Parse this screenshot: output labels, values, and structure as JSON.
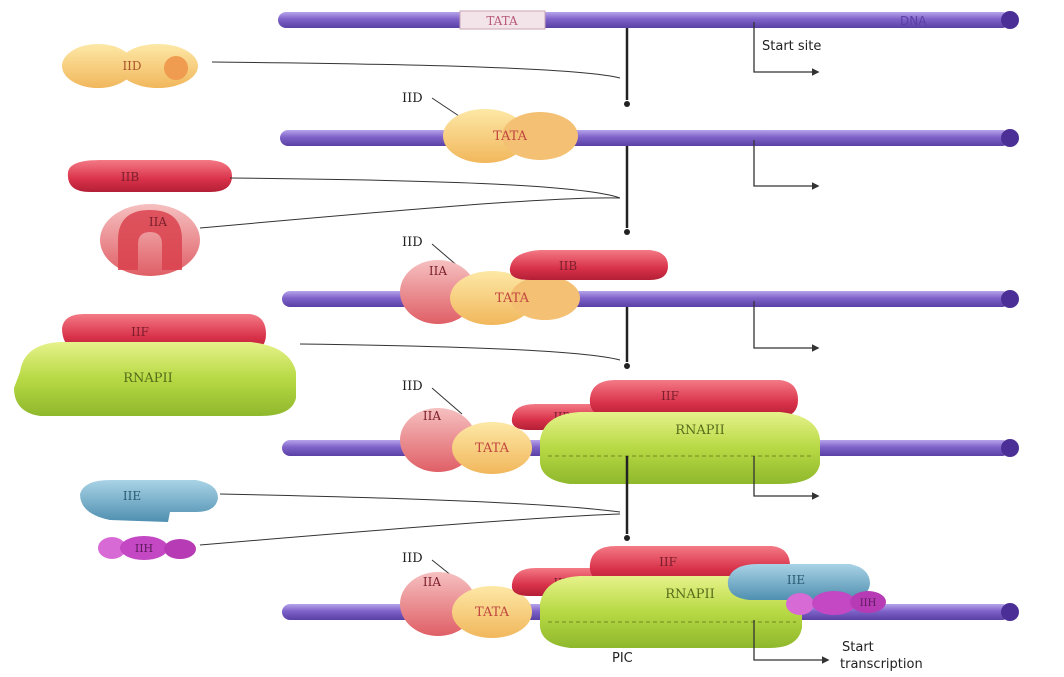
{
  "labels": {
    "tata": "TATA",
    "dna": "DNA",
    "start_site": "Start site",
    "iid": "IID",
    "iib": "IIB",
    "iia": "IIA",
    "iif": "IIF",
    "rnapii": "RNAPII",
    "iie": "IIE",
    "iih": "IIH",
    "pic": "PIC",
    "start": "Start",
    "transcription": "transcription"
  },
  "colors": {
    "dna": "#8a6fd0",
    "iid": "#f3c46e",
    "iib": "#e0435a",
    "iia": "#e86b6b",
    "iif": "#e35555",
    "rnapii": "#b5d745",
    "iie": "#6ea9c6",
    "iih": "#c447c4"
  }
}
